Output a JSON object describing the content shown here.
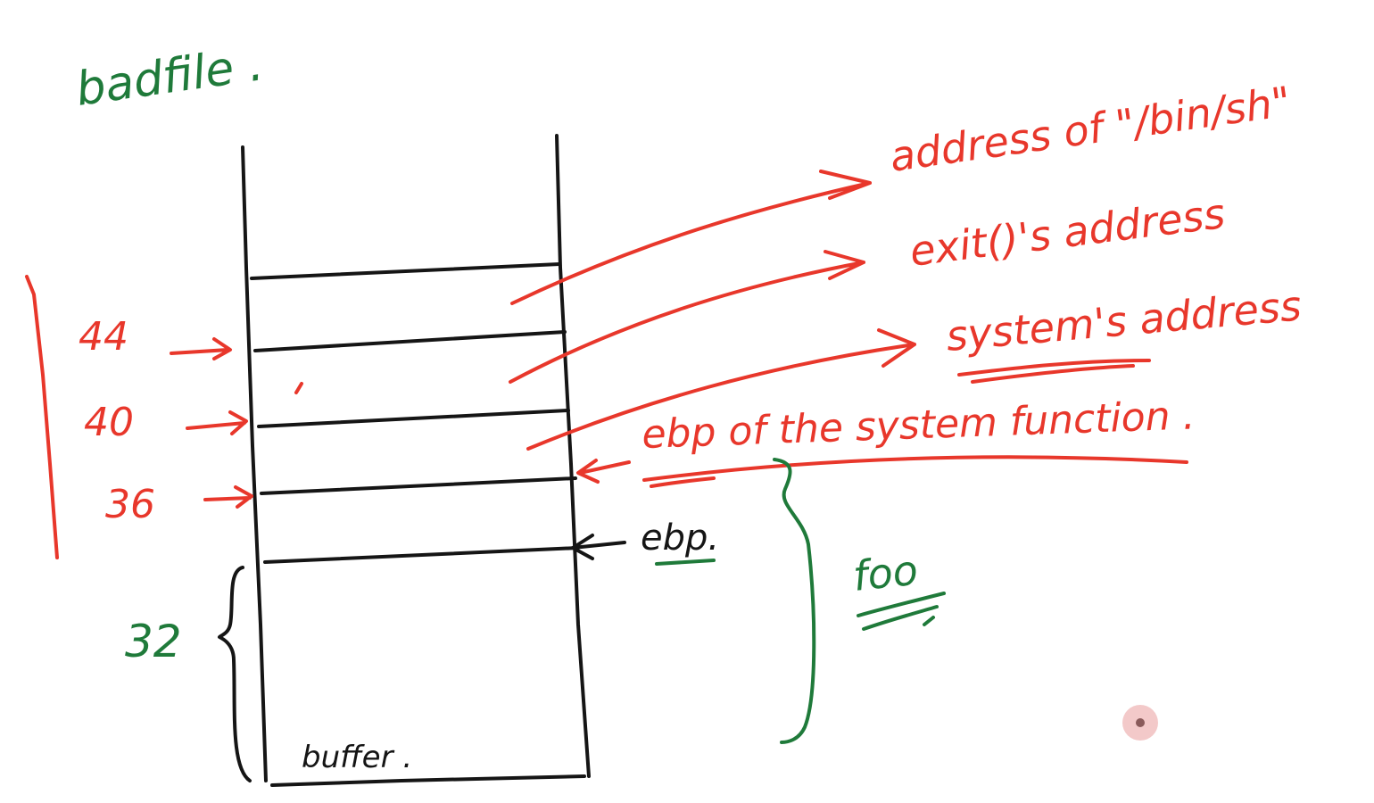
{
  "title": "badfile .",
  "colors": {
    "red": "#e8372b",
    "green": "#1f7a3a",
    "black": "#151515"
  },
  "offsets": {
    "o44": "44",
    "o40": "40",
    "o36": "36",
    "o32": "32"
  },
  "labels": {
    "binsh": "address of \"/bin/sh\"",
    "exit": "exit()'s address",
    "system": "system's address",
    "ebp_system": "ebp of the system function .",
    "ebp": "ebp.",
    "foo": "foo",
    "buffer": "buffer ."
  }
}
